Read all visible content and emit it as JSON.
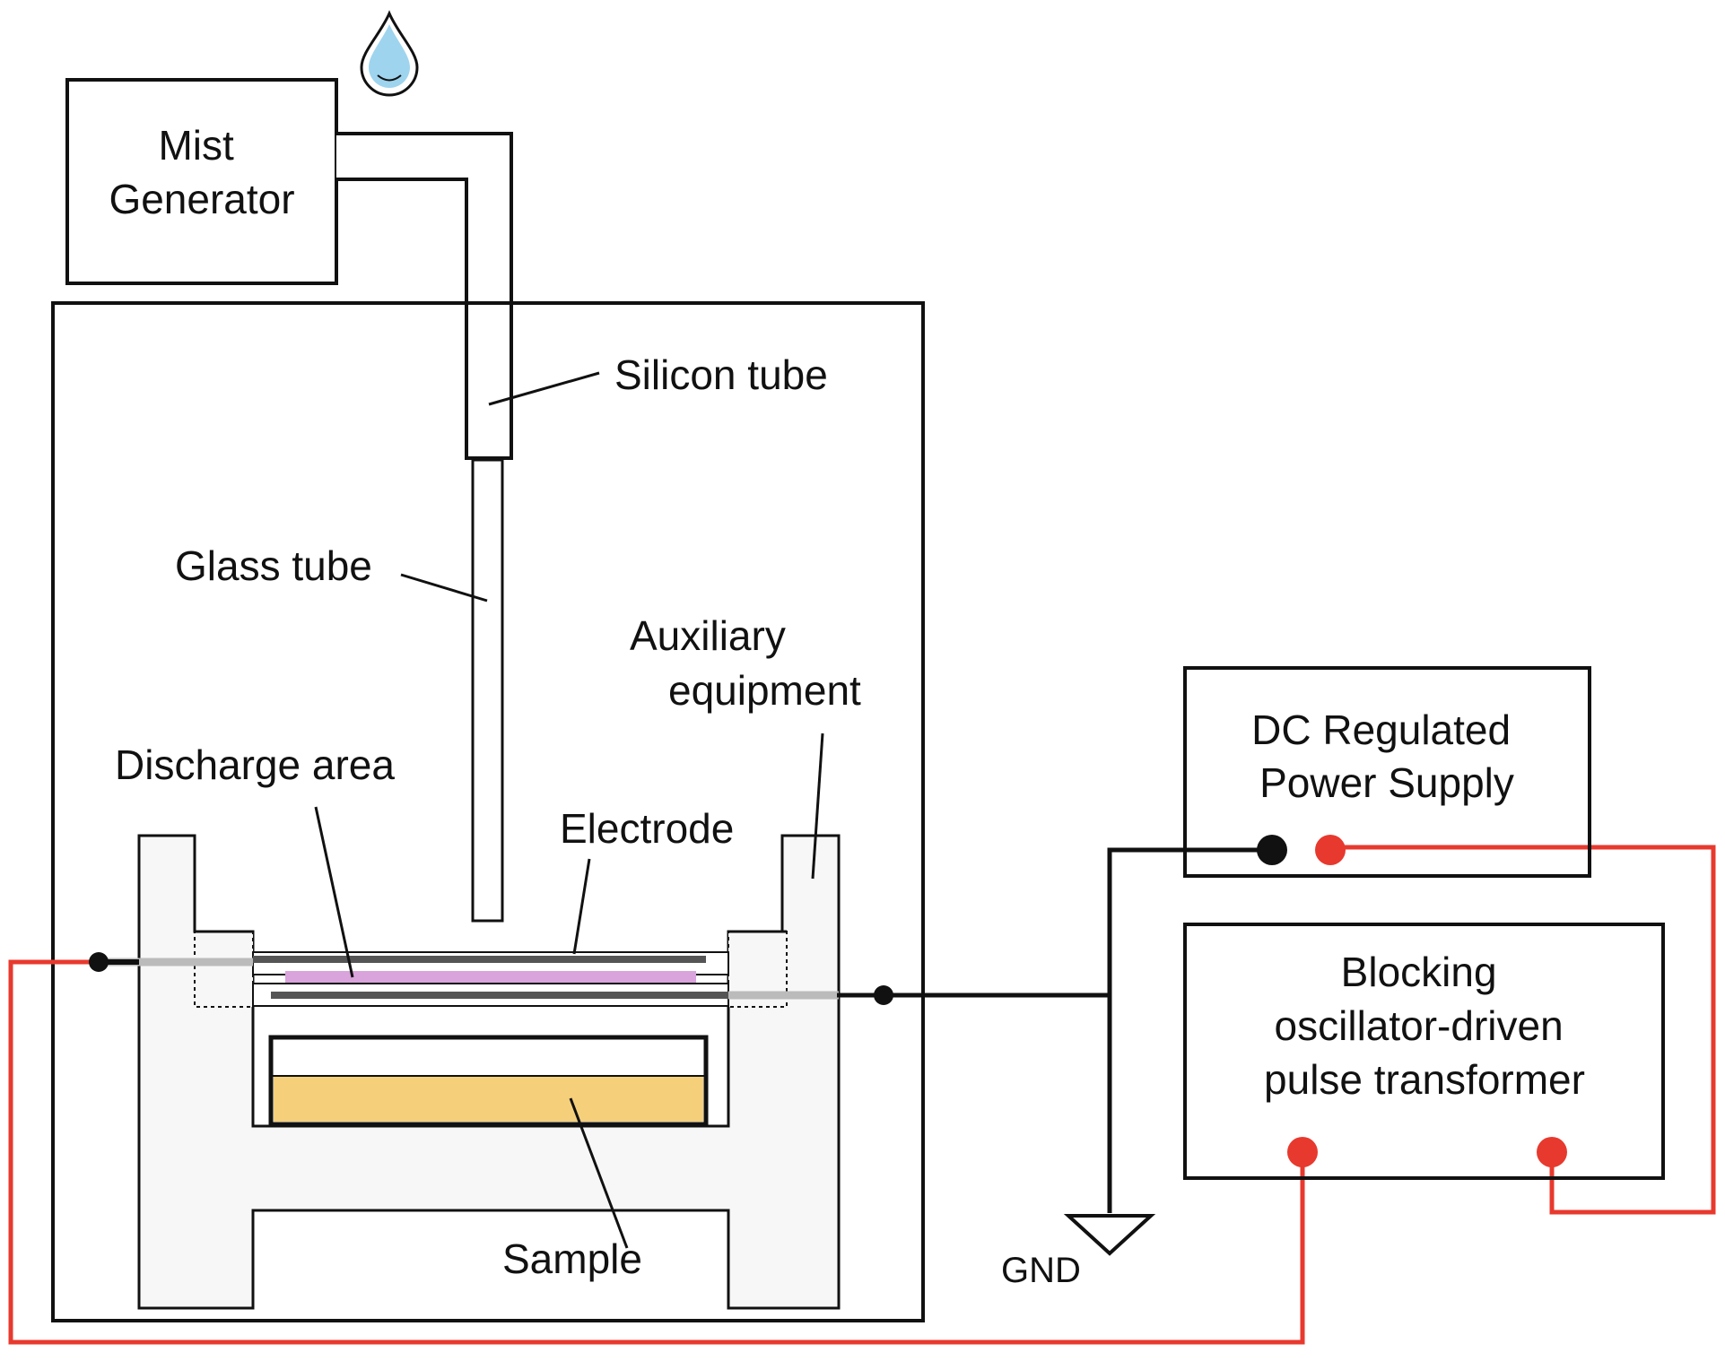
{
  "colors": {
    "line": "#111111",
    "wire_red": "#e8392e",
    "fixture_fill": "#f7f7f7",
    "electrode_dark": "#555555",
    "discharge_pink": "#d9a3dc",
    "sample_fill": "#f5cf7a",
    "droplet": "#9ed4ee"
  },
  "labels": {
    "mist_generator": [
      "Mist",
      "Generator"
    ],
    "silicon_tube": "Silicon tube",
    "glass_tube": "Glass tube",
    "auxiliary_equipment": [
      "Auxiliary",
      "equipment"
    ],
    "discharge_area": "Discharge area",
    "electrode": "Electrode",
    "sample": "Sample",
    "gnd": "GND",
    "dc_power_supply": [
      "DC Regulated",
      "Power Supply"
    ],
    "pulse_transformer": [
      "Blocking",
      "oscillator-driven",
      "pulse transformer"
    ]
  },
  "icons": [
    "water-droplet-icon",
    "ground-symbol-icon"
  ]
}
